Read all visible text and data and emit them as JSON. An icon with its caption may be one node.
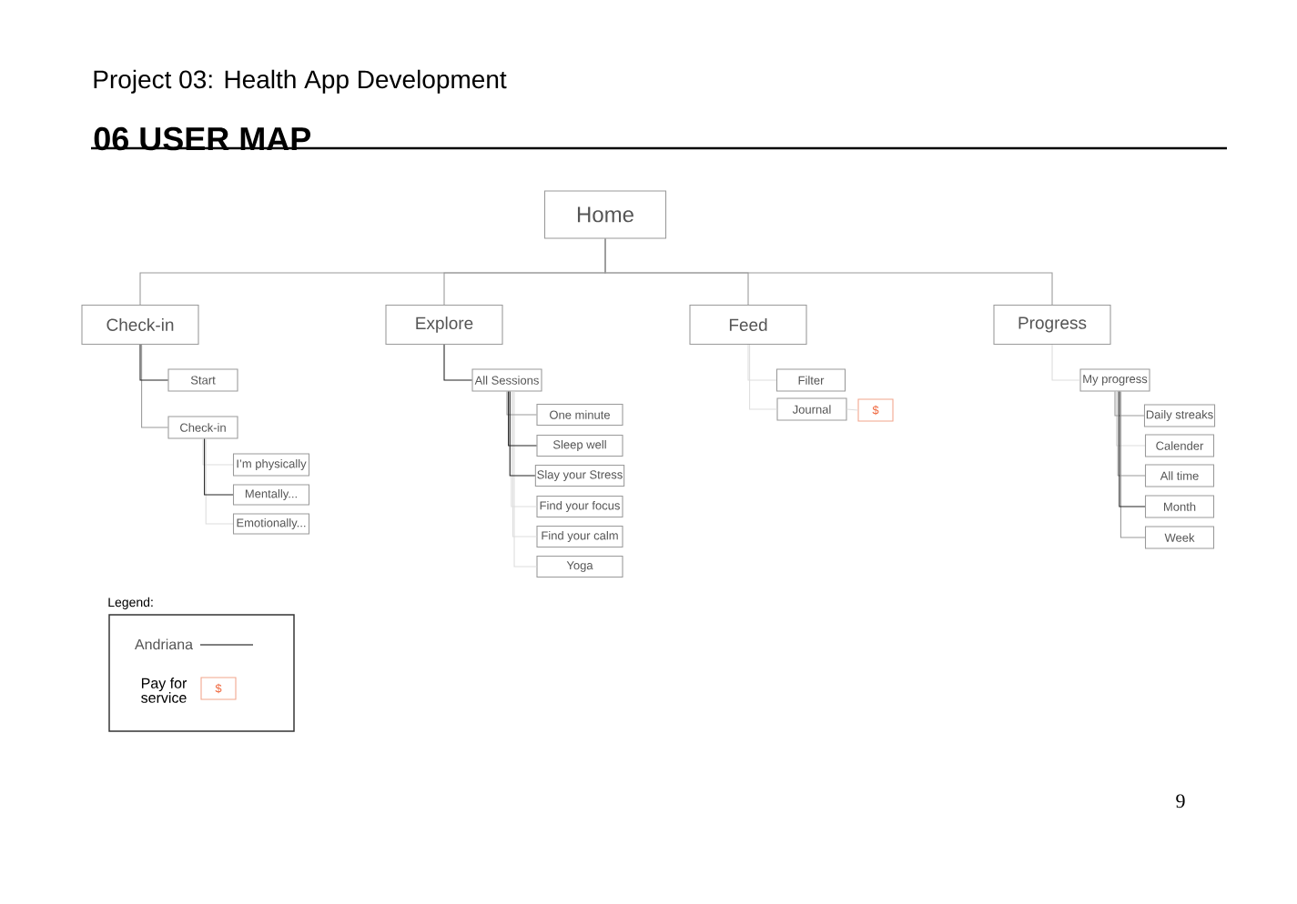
{
  "diagram": {
    "title": "Project 03: Health App Development",
    "nodes": [
      {
        "text": [
          "Home"
        ]
      },
      {
        "text": [
          "Check-in"
        ]
      },
      {
        "text": [
          "Explore"
        ]
      },
      {
        "text": [
          "Feed"
        ]
      },
      {
        "text": [
          "Progress"
        ]
      },
      {
        "text": [
          "Start"
        ]
      },
      {
        "text": [
          "Check-in"
        ]
      },
      {
        "text": [
          "I’m physically"
        ]
      },
      {
        "text": [
          "Mentally..."
        ]
      },
      {
        "text": [
          "Emotionally..."
        ]
      },
      {
        "text": [
          "All Sessions"
        ]
      },
      {
        "text": [
          "One minute"
        ]
      },
      {
        "text": [
          "Sleep well"
        ]
      },
      {
        "text": [
          "Slay your Stress"
        ]
      },
      {
        "text": [
          "Find your focus"
        ]
      },
      {
        "text": [
          "Find your calm"
        ]
      },
      {
        "text": [
          "Yoga"
        ]
      },
      {
        "text": [
          "Filter"
        ]
      },
      {
        "text": [
          "Journal"
        ]
      },
      {
        "text": [
          "$"
        ]
      },
      {
        "text": [
          "My progress"
        ]
      },
      {
        "text": [
          "Daily streaks"
        ]
      },
      {
        "text": [
          "Calender"
        ]
      },
      {
        "text": [
          "All time"
        ]
      },
      {
        "text": [
          "Month"
        ]
      },
      {
        "text": [
          "Week"
        ]
      }
    ],
    "edges": [
      {
        "from": 0,
        "to": 1,
        "arrow": "none"
      },
      {
        "from": 0,
        "to": 2,
        "arrow": "none"
      },
      {
        "from": 0,
        "to": 3,
        "arrow": "none"
      },
      {
        "from": 0,
        "to": 4,
        "arrow": "none"
      },
      {
        "from": 1,
        "to": 5,
        "arrow": "none",
        "color": "#222222"
      },
      {
        "from": 1,
        "to": 6,
        "arrow": "none"
      },
      {
        "from": 6,
        "to": 7,
        "arrow": "none",
        "color": "#dddddd"
      },
      {
        "from": 6,
        "to": 8,
        "arrow": "none",
        "color": "#222222"
      },
      {
        "from": 6,
        "to": 9,
        "arrow": "none",
        "color": "#dddddd"
      },
      {
        "from": 2,
        "to": 10,
        "arrow": "none",
        "color": "#222222"
      },
      {
        "from": 10,
        "to": 11,
        "arrow": "none"
      },
      {
        "from": 10,
        "to": 12,
        "arrow": "none",
        "color": "#222222"
      },
      {
        "from": 10,
        "to": 13,
        "arrow": "none",
        "color": "#222222"
      },
      {
        "from": 10,
        "to": 14,
        "arrow": "none",
        "color": "#dddddd"
      },
      {
        "from": 10,
        "to": 15,
        "arrow": "none",
        "color": "#dddddd"
      },
      {
        "from": 10,
        "to": 16,
        "arrow": "none",
        "color": "#dddddd"
      },
      {
        "from": 3,
        "to": 17,
        "arrow": "none",
        "color": "#dddddd"
      },
      {
        "from": 3,
        "to": 18,
        "arrow": "none",
        "color": "#dddddd"
      },
      {
        "from": 18,
        "to": 19,
        "arrow": "none",
        "color": "#dddddd"
      },
      {
        "from": 4,
        "to": 20,
        "arrow": "none",
        "color": "#dddddd"
      },
      {
        "from": 20,
        "to": 21,
        "arrow": "none"
      },
      {
        "from": 20,
        "to": 22,
        "arrow": "none",
        "color": "#dddddd"
      },
      {
        "from": 20,
        "to": 23,
        "arrow": "none"
      },
      {
        "from": 20,
        "to": 24,
        "arrow": "none",
        "color": "#222222"
      },
      {
        "from": 20,
        "to": 25,
        "arrow": "none"
      }
    ],
    "labels": [
      "06 USER MAP",
      "Legend:",
      "$",
      "9"
    ],
    "legend": [
      {
        "text": "Andriana"
      },
      {
        "text": "Pay for service"
      }
    ]
  }
}
